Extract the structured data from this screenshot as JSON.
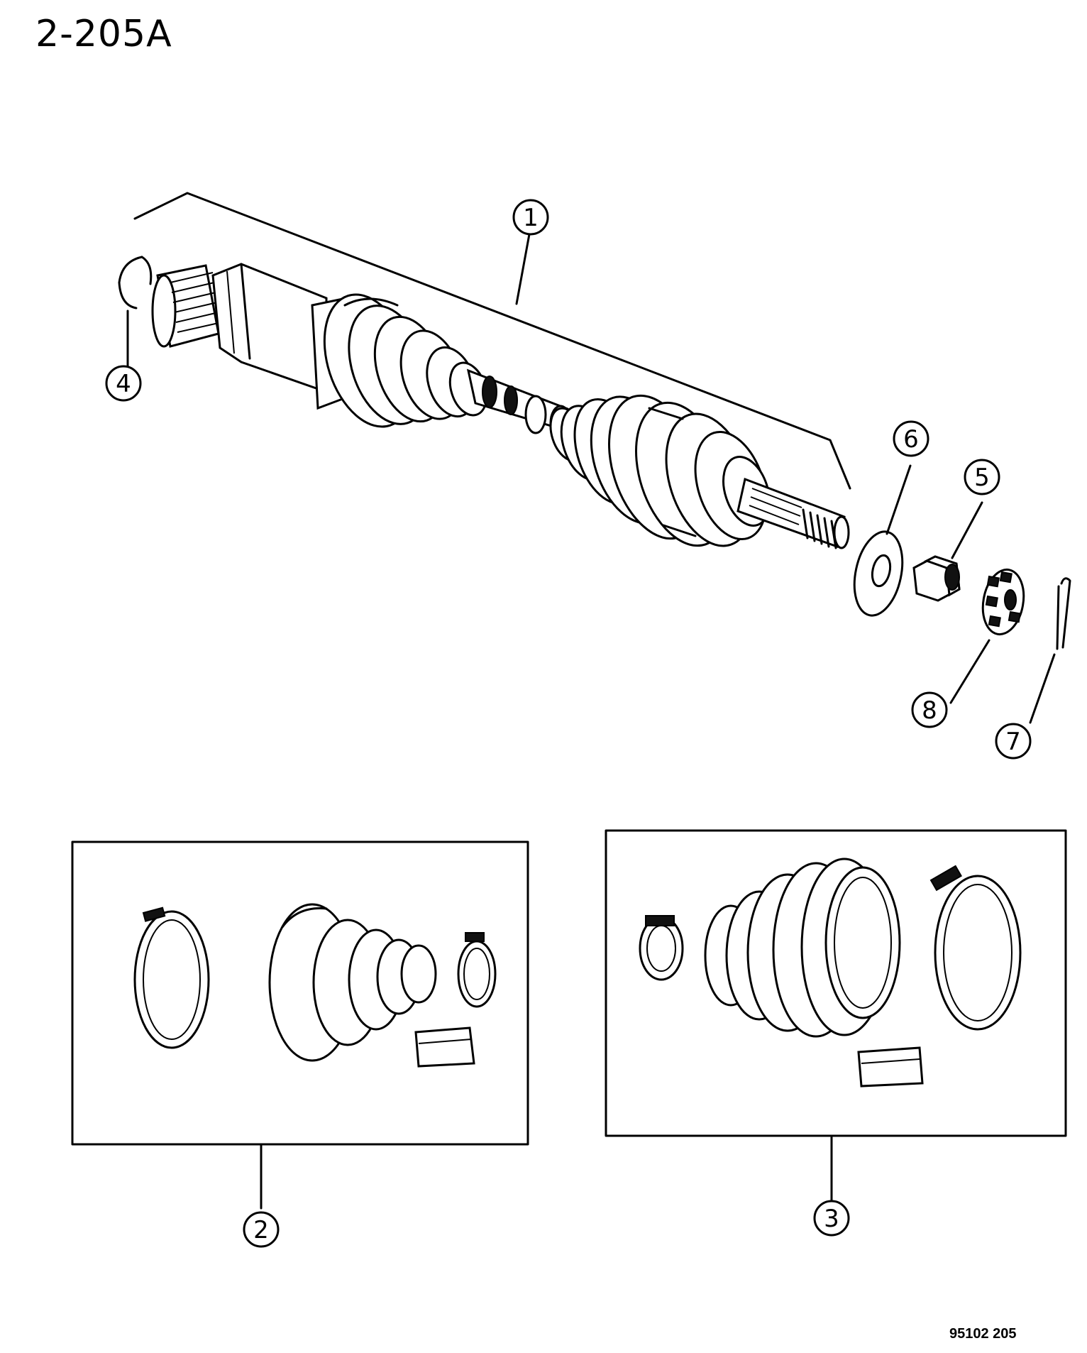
{
  "page": {
    "title": "2-205A",
    "figure_code": "95102  205"
  },
  "callouts": {
    "c1": "1",
    "c2": "2",
    "c3": "3",
    "c4": "4",
    "c5": "5",
    "c6": "6",
    "c7": "7",
    "c8": "8"
  }
}
